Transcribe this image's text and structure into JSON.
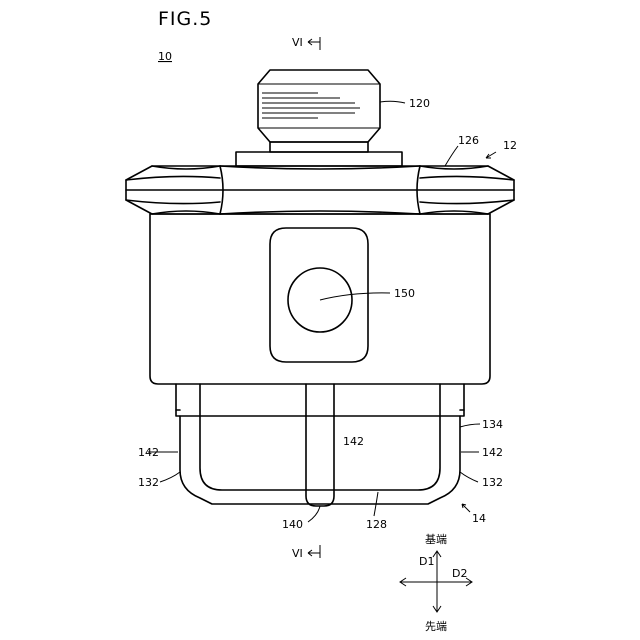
{
  "figure": {
    "title": "FIG.5",
    "assembly_ref": "10",
    "section_top": "VI",
    "section_bottom": "VI"
  },
  "references": {
    "r120": "120",
    "r126": "126",
    "r12": "12",
    "r150": "150",
    "r134": "134",
    "r142_left": "142",
    "r142_center": "142",
    "r142_right": "142",
    "r132_left": "132",
    "r132_right": "132",
    "r140": "140",
    "r128": "128",
    "r14": "14"
  },
  "direction_indicator": {
    "top": "基端",
    "bottom": "先端",
    "d1": "D1",
    "d2": "D2"
  }
}
